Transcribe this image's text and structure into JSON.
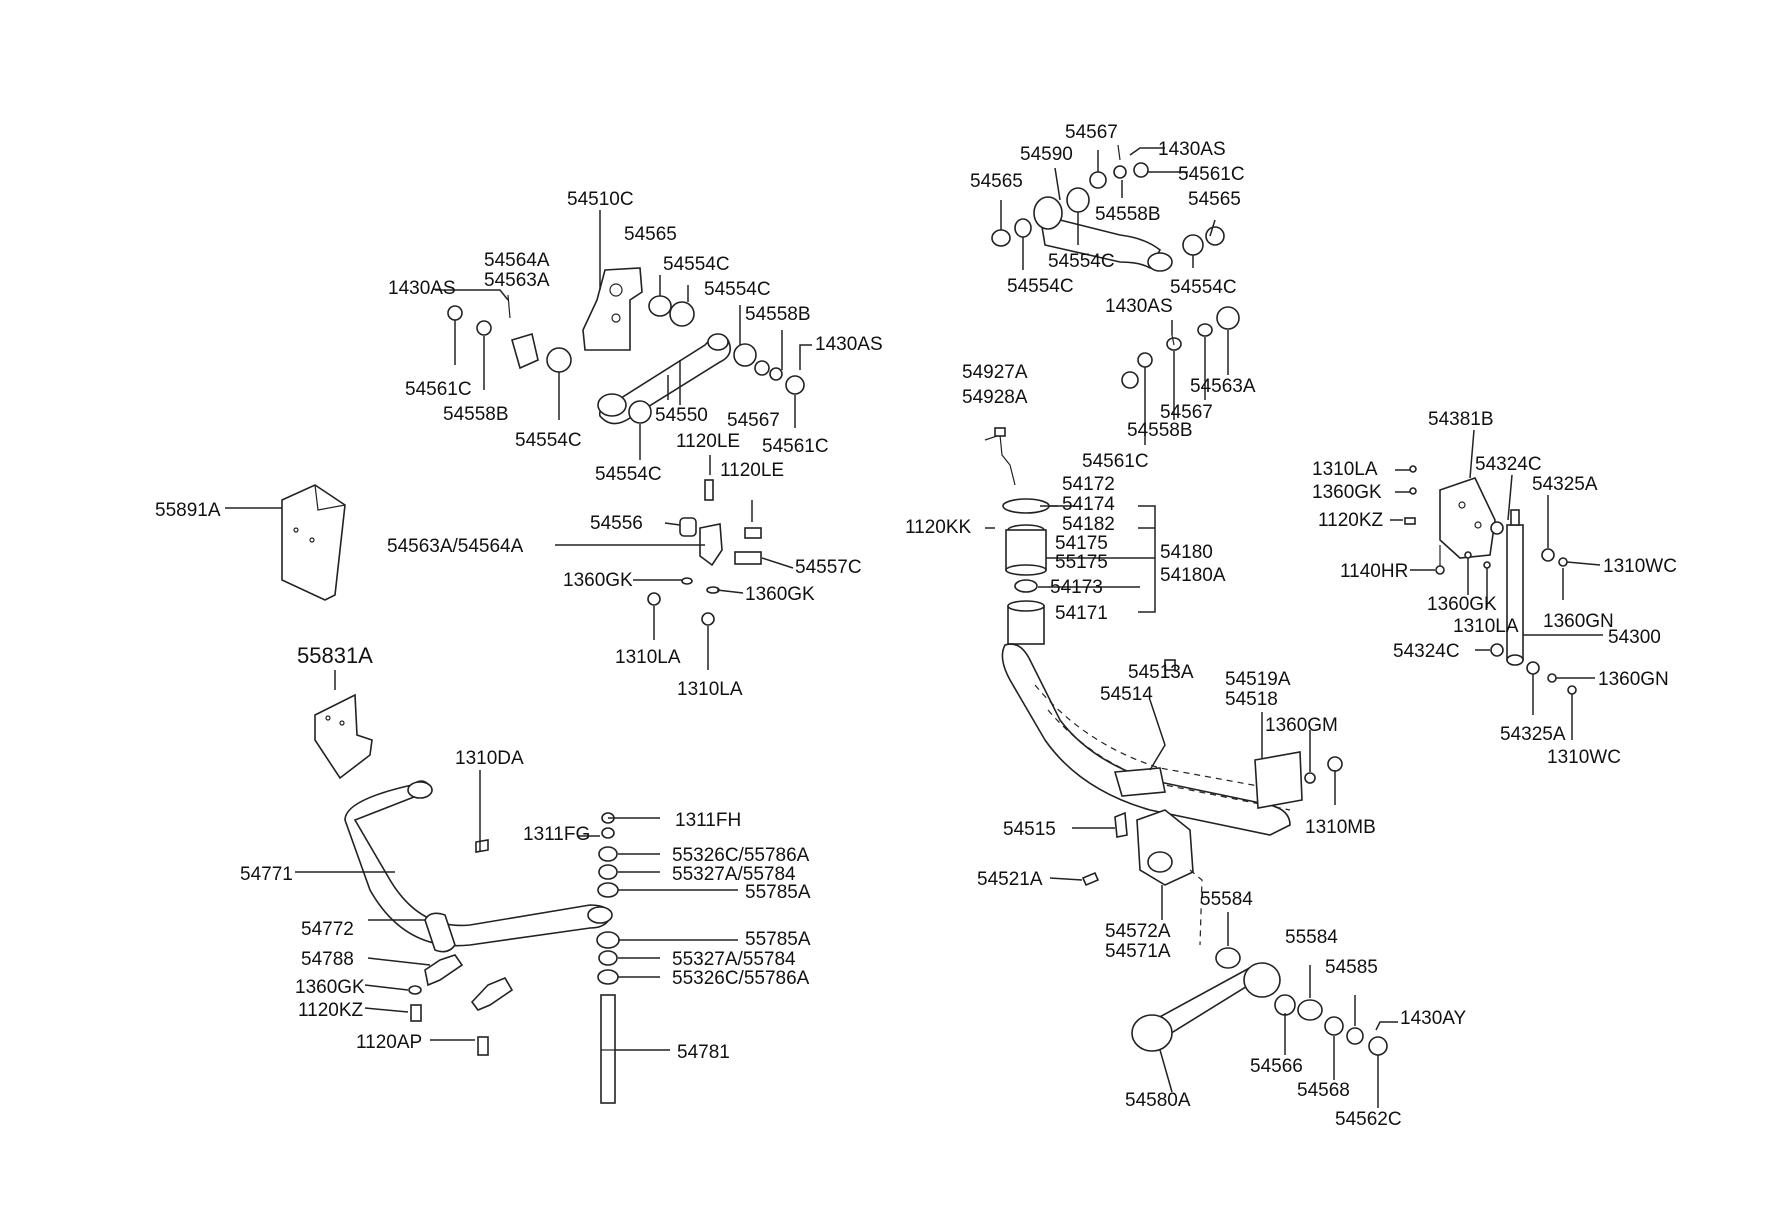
{
  "diagram": {
    "labels": {
      "p54510C": "54510C",
      "p54565_l": "54565",
      "p54554C_l1": "54554C",
      "p54554C_l2": "54554C",
      "p54564A": "54564A",
      "p54563A_l": "54563A",
      "p1430AS_l1": "1430AS",
      "p54558B_l1": "54558B",
      "p1430AS_l2": "1430AS",
      "p54561C_l1": "54561C",
      "p54558B_l2": "54558B",
      "p54554C_l3": "54554C",
      "p54550": "54550",
      "p54567_l": "54567",
      "p54561C_l2": "54561C",
      "p54554C_l4": "54554C",
      "p1120LE_1": "1120LE",
      "p1120LE_2": "1120LE",
      "p54556": "54556",
      "p54563A_54564A": "54563A/54564A",
      "p54557C": "54557C",
      "p1360GK_1": "1360GK",
      "p1360GK_2": "1360GK",
      "p1310LA_1": "1310LA",
      "p1310LA_2": "1310LA",
      "p55891A": "55891A",
      "p55831A": "55831A",
      "p1310DA": "1310DA",
      "p1311FH": "1311FH",
      "p1311FG": "1311FG",
      "p55326C_1": "55326C/55786A",
      "p55327A_1": "55327A/55784",
      "p55785A_1": "55785A",
      "p54771": "54771",
      "p54772": "54772",
      "p55785A_2": "55785A",
      "p54788": "54788",
      "p55327A_2": "55327A/55784",
      "p55326C_2": "55326C/55786A",
      "p1360GK_3": "1360GK",
      "p1120KZ_1": "1120KZ",
      "p1120AP": "1120AP",
      "p54781": "54781",
      "p54567_r1": "54567",
      "p1430AS_r1": "1430AS",
      "p54590": "54590",
      "p54561C_r1": "54561C",
      "p54565_r1": "54565",
      "p54558B_r1": "54558B",
      "p54565_r2": "54565",
      "p54554C_r1": "54554C",
      "p54554C_r2": "54554C",
      "p54554C_r3": "54554C",
      "p1430AS_r2": "1430AS",
      "p54563A_r": "54563A",
      "p54567_r2": "54567",
      "p54558B_r2": "54558B",
      "p54561C_r2": "54561C",
      "p54927A": "54927A",
      "p54928A": "54928A",
      "p54172": "54172",
      "p54174": "54174",
      "p1120KK": "1120KK",
      "p54182": "54182",
      "p54175": "54175",
      "p54180": "54180",
      "p55175": "55175",
      "p54180A": "54180A",
      "p54173": "54173",
      "p54171": "54171",
      "p54513A": "54513A",
      "p54514": "54514",
      "p54519A": "54519A",
      "p54518": "54518",
      "p1360GM": "1360GM",
      "p1310MB": "1310MB",
      "p54515": "54515",
      "p54521A": "54521A",
      "p54572A": "54572A",
      "p54571A": "54571A",
      "p55584_1": "55584",
      "p55584_2": "55584",
      "p54585": "54585",
      "p1430AY": "1430AY",
      "p54566": "54566",
      "p54568": "54568",
      "p54580A": "54580A",
      "p54562C": "54562C",
      "p54381B": "54381B",
      "p1310LA_3": "1310LA",
      "p54324C_1": "54324C",
      "p1360GK_4": "1360GK",
      "p54325A_1": "54325A",
      "p1120KZ_2": "1120KZ",
      "p1310WC_1": "1310WC",
      "p1140HR": "1140HR",
      "p1360GK_5": "1360GK",
      "p1310LA_4": "1310LA",
      "p1360GN_1": "1360GN",
      "p54300": "54300",
      "p54324C_2": "54324C",
      "p1360GN_2": "1360GN",
      "p54325A_2": "54325A",
      "p1310WC_2": "1310WC"
    }
  }
}
